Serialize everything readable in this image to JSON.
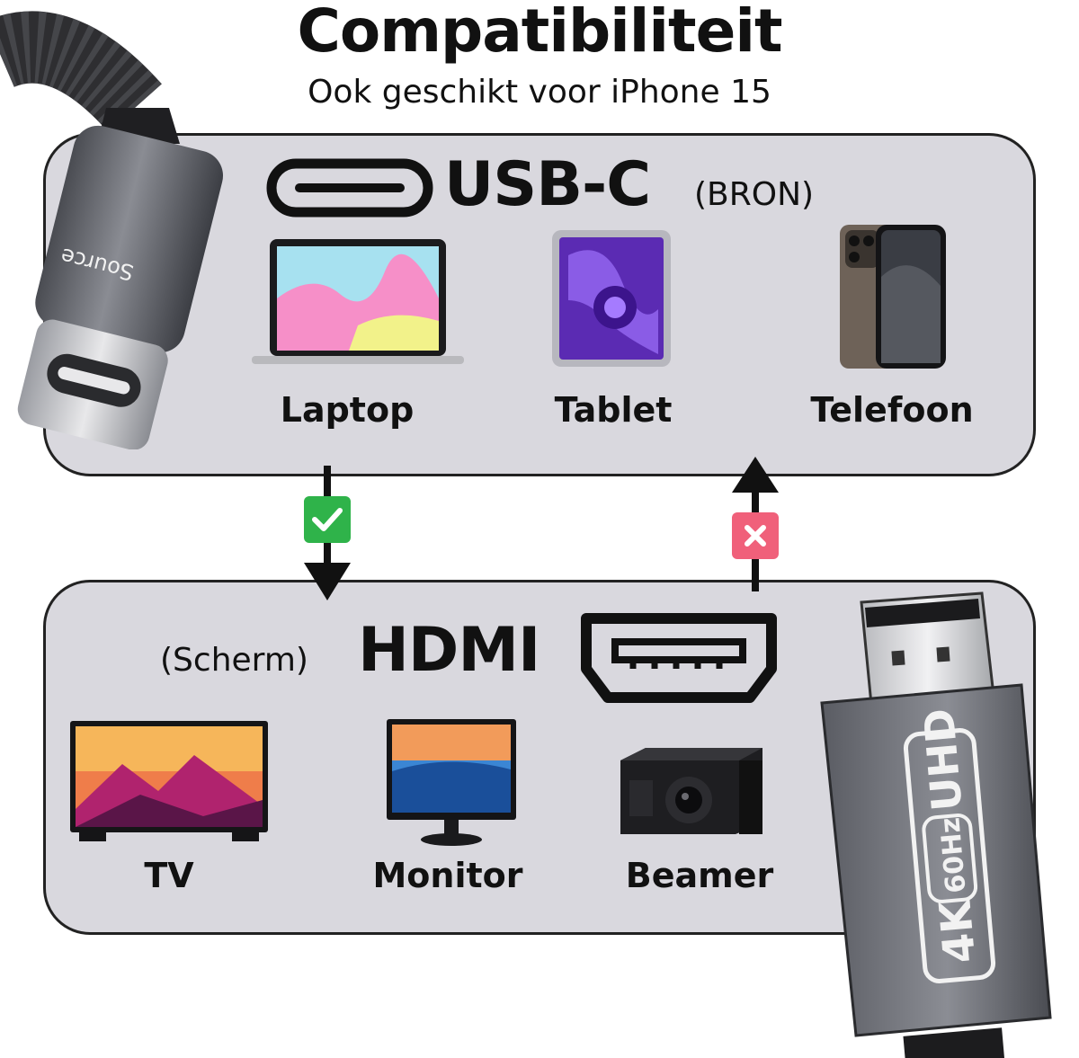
{
  "header": {
    "title": "Compatibiliteit",
    "subtitle": "Ook geschikt voor iPhone 15"
  },
  "source": {
    "port_label": "USB-C",
    "role": "(BRON)",
    "devices": [
      {
        "label": "Laptop",
        "icon": "laptop-icon"
      },
      {
        "label": "Tablet",
        "icon": "tablet-icon"
      },
      {
        "label": "Telefoon",
        "icon": "phone-icon"
      }
    ],
    "connector_text": "Source"
  },
  "display": {
    "port_label": "HDMI",
    "role": "(Scherm)",
    "devices": [
      {
        "label": "TV",
        "icon": "tv-icon"
      },
      {
        "label": "Monitor",
        "icon": "monitor-icon"
      },
      {
        "label": "Beamer",
        "icon": "projector-icon"
      }
    ],
    "connector_text_1": "4K",
    "connector_text_2": "60Hz",
    "connector_text_3": "UHD"
  },
  "direction": {
    "supported": "check-icon",
    "unsupported": "cross-icon"
  },
  "colors": {
    "panel": "#d9d8de",
    "ok": "#2fb34a",
    "no": "#f0607a",
    "connector": "#6b6d74"
  }
}
